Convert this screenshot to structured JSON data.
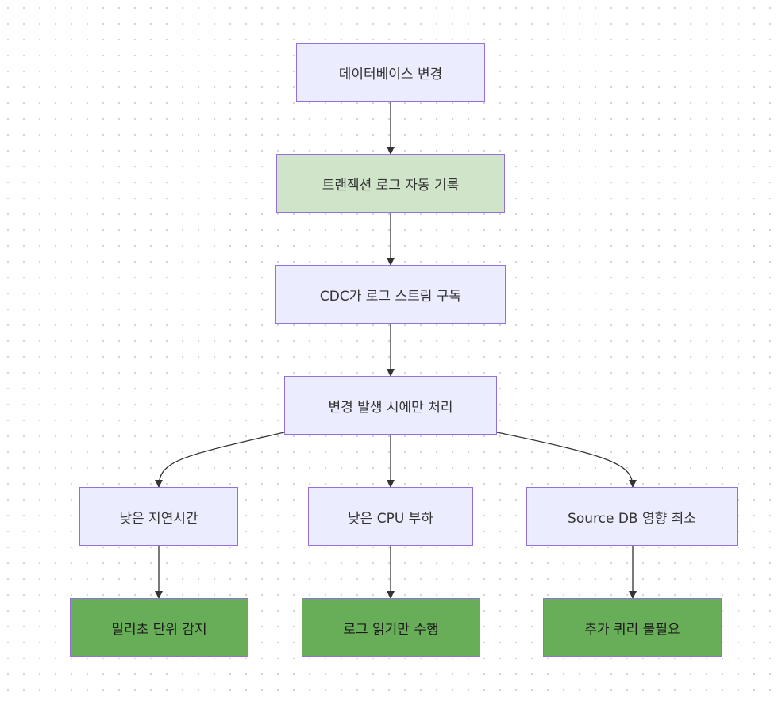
{
  "diagram": {
    "nodes": {
      "db_change": "데이터베이스 변경",
      "txn_log": "트랜잭션 로그 자동 기록",
      "cdc_subscribe": "CDC가 로그 스트림 구독",
      "process_on_change": "변경 발생 시에만 처리",
      "low_latency": "낮은 지연시간",
      "low_cpu": "낮은 CPU 부하",
      "min_source_impact": "Source DB 영향 최소",
      "ms_detection": "밀리초 단위 감지",
      "log_read_only": "로그 읽기만 수행",
      "no_extra_query": "추가 쿼리 불필요"
    },
    "colors": {
      "default_fill": "#ececff",
      "light_green_fill": "#cfe4c8",
      "dark_green_fill": "#68ad58",
      "border": "#9370db",
      "edge": "#333333"
    }
  }
}
